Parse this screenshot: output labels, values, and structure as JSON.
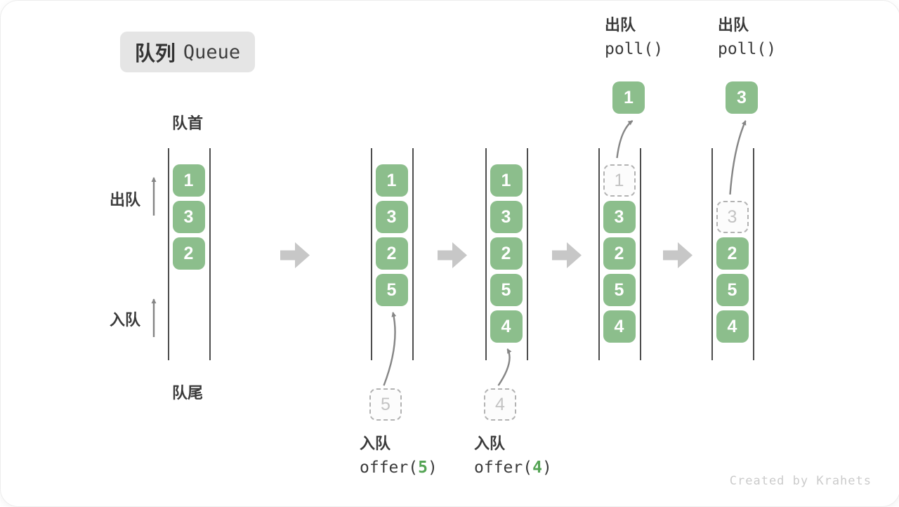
{
  "title": {
    "zh": "队列",
    "en": "Queue"
  },
  "side_labels": {
    "front": "队首",
    "rear": "队尾",
    "dequeue": "出队",
    "enqueue": "入队"
  },
  "watermark": "Created by Krahets",
  "colors": {
    "item_green": "#8cbe8c",
    "code_arg_green": "#55a455",
    "flow_arrow_gray": "#c7c7c7",
    "wall_line_gray": "#4d4d4d",
    "dashed_border_gray": "#b3b3b3",
    "dashed_text_gray": "#c3c3c3",
    "text_dark": "#3a3a3a",
    "badge_bg": "#e5e5e5",
    "watermark_gray": "#cbcbcb"
  },
  "diagram": {
    "queues": [
      {
        "boxes": [
          {
            "value": "1",
            "slot": 0,
            "dashed": false
          },
          {
            "value": "3",
            "slot": 1,
            "dashed": false
          },
          {
            "value": "2",
            "slot": 2,
            "dashed": false
          }
        ]
      },
      {
        "boxes": [
          {
            "value": "1",
            "slot": 0,
            "dashed": false
          },
          {
            "value": "3",
            "slot": 1,
            "dashed": false
          },
          {
            "value": "2",
            "slot": 2,
            "dashed": false
          },
          {
            "value": "5",
            "slot": 3,
            "dashed": false
          }
        ],
        "enqueue": {
          "label": "入队",
          "code_prefix": "offer(",
          "arg": "5",
          "code_suffix": ")",
          "pending_value": "5"
        }
      },
      {
        "boxes": [
          {
            "value": "1",
            "slot": 0,
            "dashed": false
          },
          {
            "value": "3",
            "slot": 1,
            "dashed": false
          },
          {
            "value": "2",
            "slot": 2,
            "dashed": false
          },
          {
            "value": "5",
            "slot": 3,
            "dashed": false
          },
          {
            "value": "4",
            "slot": 4,
            "dashed": false
          }
        ],
        "enqueue": {
          "label": "入队",
          "code_prefix": "offer(",
          "arg": "4",
          "code_suffix": ")",
          "pending_value": "4"
        }
      },
      {
        "boxes": [
          {
            "value": "1",
            "slot": 0,
            "dashed": true
          },
          {
            "value": "3",
            "slot": 1,
            "dashed": false
          },
          {
            "value": "2",
            "slot": 2,
            "dashed": false
          },
          {
            "value": "5",
            "slot": 3,
            "dashed": false
          },
          {
            "value": "4",
            "slot": 4,
            "dashed": false
          }
        ],
        "dequeue": {
          "label": "出队",
          "code": "poll()",
          "result_value": "1"
        }
      },
      {
        "boxes": [
          {
            "value": "3",
            "slot": 1,
            "dashed": true
          },
          {
            "value": "2",
            "slot": 2,
            "dashed": false
          },
          {
            "value": "5",
            "slot": 3,
            "dashed": false
          },
          {
            "value": "4",
            "slot": 4,
            "dashed": false
          }
        ],
        "dequeue": {
          "label": "出队",
          "code": "poll()",
          "result_value": "3"
        }
      }
    ]
  }
}
